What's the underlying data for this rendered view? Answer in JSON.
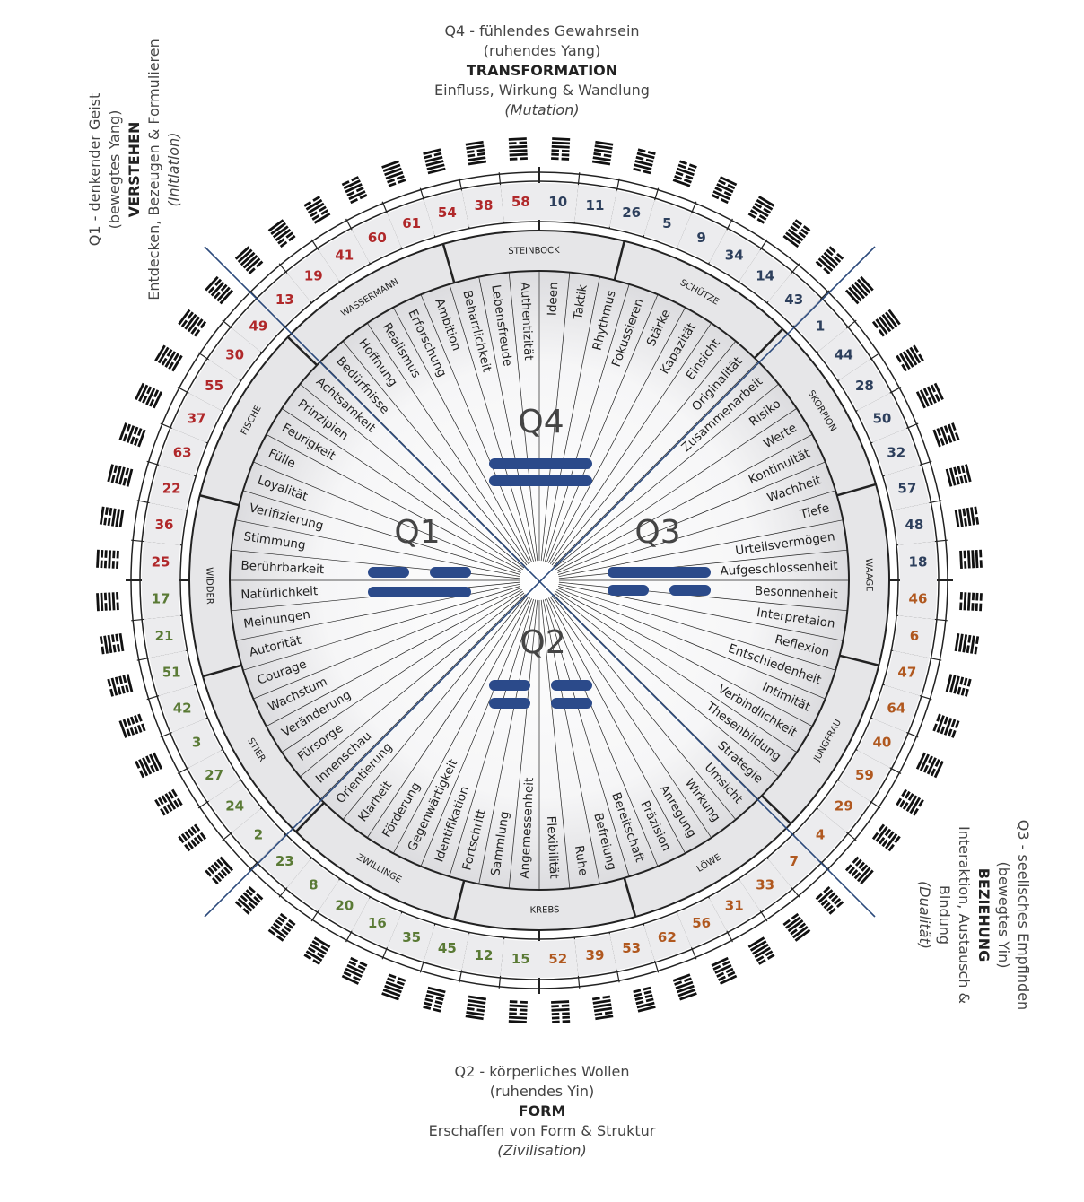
{
  "captions": {
    "q4": {
      "line1": "Q4 -  fühlendes Gewahrsein",
      "line2": "(ruhendes Yang)",
      "line3": "TRANSFORMATION",
      "line4": "Einfluss, Wirkung & Wandlung",
      "line5": "(Mutation)"
    },
    "q1": {
      "line1": "Q1 - denkender Geist",
      "line2": "(bewegtes Yang)",
      "line3": "VERSTEHEN",
      "line4": "Entdecken, Bezeugen & Formulieren",
      "line5": "(Initiation)"
    },
    "q3": {
      "line1": "Q3 -  seelisches Empfinden",
      "line2": "(bewegtes Yin)",
      "line3": "BEZIEHUNG",
      "line4": "Interaktion, Austausch &",
      "line5": "Bindung",
      "line6": "(Dualität)"
    },
    "q2": {
      "line1": "Q2 - körperliches Wollen",
      "line2": "(ruhendes Yin)",
      "line3": "FORM",
      "line4": "Erschaffen von Form & Struktur",
      "line5": "(Zivilisation)"
    }
  },
  "quarters": [
    "Q1",
    "Q2",
    "Q3",
    "Q4"
  ],
  "zodiac": [
    "STEINBOCK",
    "SCHÜTZE",
    "SKORPION",
    "WAAGE",
    "JUNGFRAU",
    "LÖWE",
    "KREBS",
    "ZWILLINGE",
    "STIER",
    "WIDDER",
    "FISCHE",
    "WASSERMANN"
  ],
  "gates": [
    "10",
    "11",
    "26",
    "5",
    "9",
    "34",
    "14",
    "43",
    "1",
    "44",
    "28",
    "50",
    "32",
    "57",
    "48",
    "18",
    "46",
    "6",
    "47",
    "64",
    "40",
    "59",
    "29",
    "4",
    "7",
    "33",
    "31",
    "56",
    "62",
    "53",
    "39",
    "52",
    "15",
    "12",
    "45",
    "35",
    "16",
    "20",
    "8",
    "23",
    "2",
    "24",
    "27",
    "3",
    "42",
    "51",
    "21",
    "17",
    "25",
    "36",
    "22",
    "63",
    "37",
    "55",
    "30",
    "49",
    "13",
    "19",
    "41",
    "60",
    "61",
    "54",
    "38",
    "58"
  ],
  "keywords": [
    "Ideen",
    "Taktik",
    "Rhythmus",
    "Fokussieren",
    "Stärke",
    "Kapazität",
    "Einsicht",
    "Originalität",
    "Zusammenarbeit",
    "Risiko",
    "Werte",
    "Kontinuität",
    "Wachheit",
    "Tiefe",
    "Urteilsvermögen",
    "Aufgeschlossenheit",
    "Besonnenheit",
    "Interpretaion",
    "Reflexion",
    "Entschiedenheit",
    "Intimität",
    "Verbindlichkeit",
    "Thesenbildung",
    "Strategie",
    "Umsicht",
    "Wirkung",
    "Anregung",
    "Präzision",
    "Bereitschaft",
    "Befreiung",
    "Ruhe",
    "Flexibilität",
    "Angemessenheit",
    "Sammlung",
    "Fortschritt",
    "Identifikation",
    "Gegenwärtigkeit",
    "Förderung",
    "Klarheit",
    "Orientierung",
    "Innenschau",
    "Fürsorge",
    "Veränderung",
    "Wachstum",
    "Courage",
    "Autorität",
    "Meinungen",
    "Natürlichkeit",
    "Berührbarkeit",
    "Stimmung",
    "Verifizierung",
    "Loyalität",
    "Fülle",
    "Feurigkeit",
    "Prinzipien",
    "Achtsamkeit",
    "Bedürfnisse",
    "Hoffnung",
    "Realismus",
    "Erforschung",
    "Ambition",
    "Beharrlichkeit",
    "Lebensfreude",
    "Authentizität"
  ],
  "colors": {
    "q4_numbers": "#2d3f5c",
    "q3_numbers": "#b0581f",
    "q2_numbers": "#5a7a35",
    "q1_numbers": "#b0282a",
    "lines": "#222222",
    "diagonal": "#2c4a7c",
    "trigram": "#2b4a8a",
    "band": "#e6e6e8"
  },
  "hexagrams": [
    "111000",
    "111011",
    "010110",
    "001001",
    "101010",
    "110100",
    "000111",
    "001110",
    "111111",
    "111110",
    "011110",
    "101011",
    "010101",
    "100011",
    "011011",
    "011101",
    "000110",
    "010111",
    "000111",
    "001010",
    "101011",
    "011000",
    "010010",
    "110000",
    "000010",
    "110110",
    "001111",
    "100101",
    "111101",
    "110000",
    "101110",
    "000101",
    "110010",
    "110111",
    "000011",
    "111100",
    "101100",
    "010101",
    "010000",
    "010100",
    "000001",
    "000000",
    "000100",
    "011011",
    "100000",
    "010001",
    "011001",
    "110110",
    "100100",
    "100111",
    "101101",
    "101001",
    "110101",
    "110101",
    "101100",
    "101011",
    "111110",
    "111100",
    "011001",
    "011010",
    "111100",
    "101111",
    "110011",
    "101110"
  ]
}
